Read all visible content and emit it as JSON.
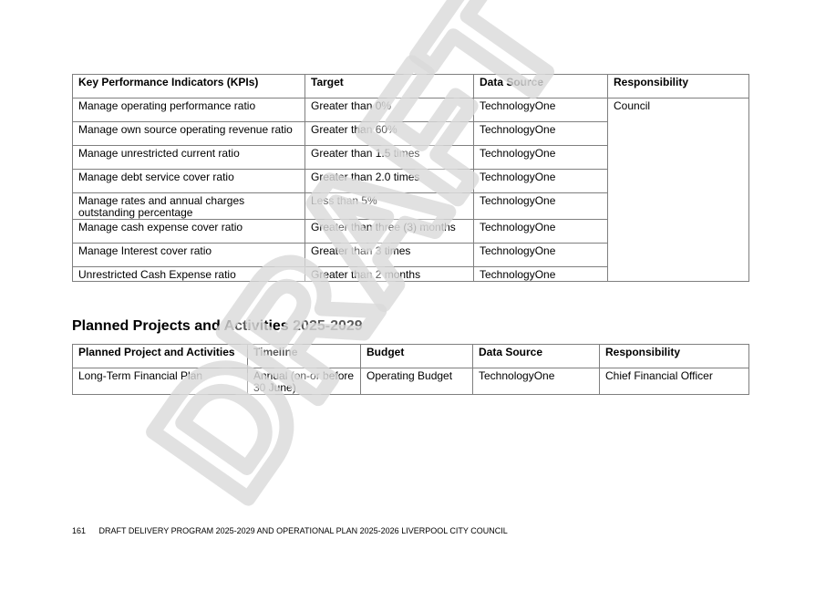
{
  "kpi_table": {
    "headers": [
      "Key Performance Indicators (KPIs)",
      "Target",
      "Data Source",
      "Responsibility"
    ],
    "rows": [
      [
        "Manage operating performance ratio",
        "Greater than 0%",
        "TechnologyOne"
      ],
      [
        "Manage own source operating revenue ratio",
        "Greater than 60%",
        "TechnologyOne"
      ],
      [
        "Manage unrestricted current ratio",
        "Greater than 1.5 times",
        "TechnologyOne"
      ],
      [
        "Manage debt service cover ratio",
        "Greater than 2.0 times",
        "TechnologyOne"
      ],
      [
        "Manage rates and annual charges outstanding percentage",
        "Less than 5%",
        "TechnologyOne"
      ],
      [
        "Manage cash expense cover ratio",
        "Greater than three (3) months",
        "TechnologyOne"
      ],
      [
        "Manage Interest cover ratio",
        "Greater than 3 times",
        "TechnologyOne"
      ],
      [
        "Unrestricted Cash Expense ratio",
        "Greater than 2 months",
        "TechnologyOne"
      ]
    ],
    "responsibility": "Council"
  },
  "section_title": "Planned Projects and Activities 2025-2029",
  "projects_table": {
    "headers": [
      "Planned Project and Activities",
      "Timeline",
      "Budget",
      "Data Source",
      "Responsibility"
    ],
    "rows": [
      [
        "Long-Term Financial Plan",
        "Annual (on-or before 30 June)",
        "Operating Budget",
        "TechnologyOne",
        "Chief Financial Officer"
      ]
    ]
  },
  "footer": {
    "page_number": "161",
    "text": "DRAFT DELIVERY PROGRAM 2025-2029 AND OPERATIONAL PLAN 2025-2026 LIVERPOOL CITY COUNCIL"
  },
  "watermark": {
    "text": "DRAFT",
    "color": "#d9d9d9"
  }
}
